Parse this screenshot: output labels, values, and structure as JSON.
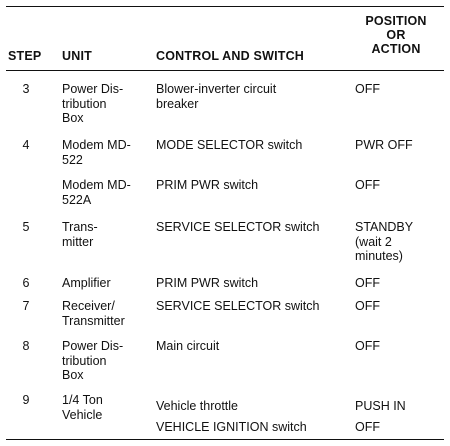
{
  "table": {
    "headers": {
      "step": "STEP",
      "unit": "UNIT",
      "control": "CONTROL AND SWITCH",
      "position_line1": "POSITION",
      "position_line2": "OR",
      "position_line3": "ACTION"
    },
    "rows": [
      {
        "step": "3",
        "unit": [
          "Power Dis-",
          "tribution",
          "Box"
        ],
        "control": [
          "Blower-inverter circuit",
          "breaker"
        ],
        "action": [
          "OFF"
        ]
      },
      {
        "step": "4",
        "unit": [
          "Modem MD-",
          "522"
        ],
        "control": [
          "MODE SELECTOR switch"
        ],
        "action": [
          "PWR OFF"
        ]
      },
      {
        "step": "",
        "unit": [
          "Modem MD-",
          "522A"
        ],
        "control": [
          "PRIM PWR switch"
        ],
        "action": [
          "OFF"
        ]
      },
      {
        "step": "5",
        "unit": [
          "Trans-",
          "mitter"
        ],
        "control": [
          "SERVICE SELECTOR switch"
        ],
        "action": [
          "STANDBY",
          "(wait 2",
          "minutes)"
        ]
      },
      {
        "step": "6",
        "unit": [
          "Amplifier"
        ],
        "control": [
          "PRIM PWR switch"
        ],
        "action": [
          "OFF"
        ]
      },
      {
        "step": "7",
        "unit": [
          "Receiver/",
          "Transmitter"
        ],
        "control": [
          "SERVICE SELECTOR switch"
        ],
        "action": [
          "OFF"
        ]
      },
      {
        "step": "8",
        "unit": [
          "Power Dis-",
          "tribution",
          "Box"
        ],
        "control": [
          "Main circuit"
        ],
        "action": [
          "OFF"
        ]
      },
      {
        "step": "9",
        "unit": [
          "1/4 Ton",
          "Vehicle"
        ],
        "control": [
          "Vehicle throttle"
        ],
        "action": [
          "PUSH IN"
        ]
      },
      {
        "step": "",
        "unit": [
          ""
        ],
        "control": [
          "VEHICLE IGNITION switch"
        ],
        "action": [
          "OFF"
        ]
      }
    ]
  }
}
